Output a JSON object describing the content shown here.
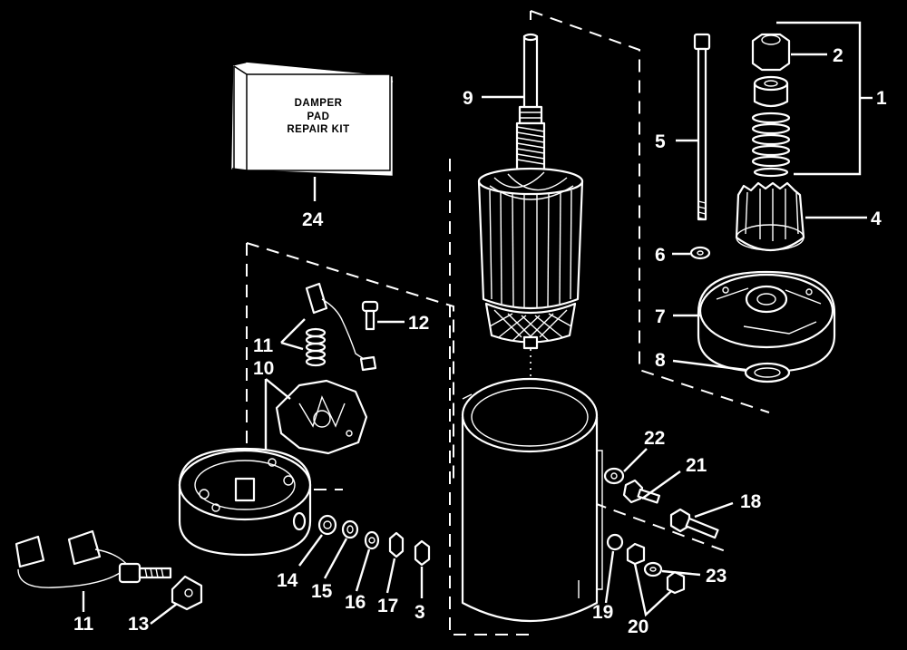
{
  "diagram": {
    "kit_label": [
      "DAMPER",
      "PAD",
      "REPAIR KIT"
    ],
    "callouts": {
      "c1": "1",
      "c2": "2",
      "c3": "3",
      "c4": "4",
      "c5": "5",
      "c6": "6",
      "c7": "7",
      "c8": "8",
      "c9": "9",
      "c10": "10",
      "c11a": "11",
      "c11b": "11",
      "c12": "12",
      "c13": "13",
      "c14": "14",
      "c15": "15",
      "c16": "16",
      "c17": "17",
      "c18": "18",
      "c19": "19",
      "c20": "20",
      "c21": "21",
      "c22": "22",
      "c23": "23",
      "c24": "24"
    }
  }
}
